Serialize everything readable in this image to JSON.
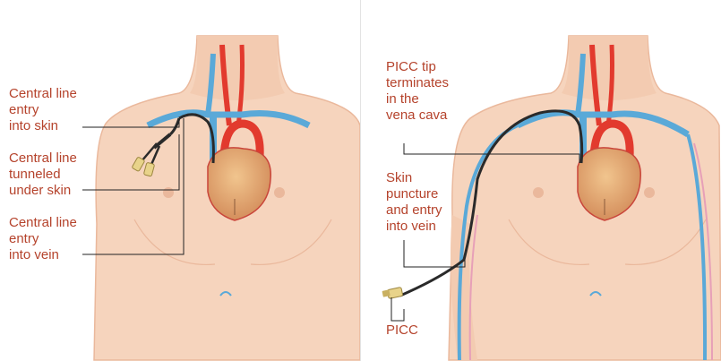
{
  "left_panel": {
    "labels": [
      "Central line\nentry\ninto skin",
      "Central line\ntunneled\nunder skin",
      "Central line\nentry\ninto vein"
    ]
  },
  "right_panel": {
    "labels": [
      "PICC tip\nterminates\nin the\nvena cava",
      "Skin\npuncture\nand entry\ninto vein",
      "PICC"
    ]
  },
  "colors": {
    "skin": "#f6d4bd",
    "skin_shadow": "#eab89c",
    "artery": "#e23a2e",
    "vein": "#5aa9d8",
    "heart": "#dfa36a",
    "catheter": "#2a2a2a",
    "label_text": "#b5432c"
  }
}
